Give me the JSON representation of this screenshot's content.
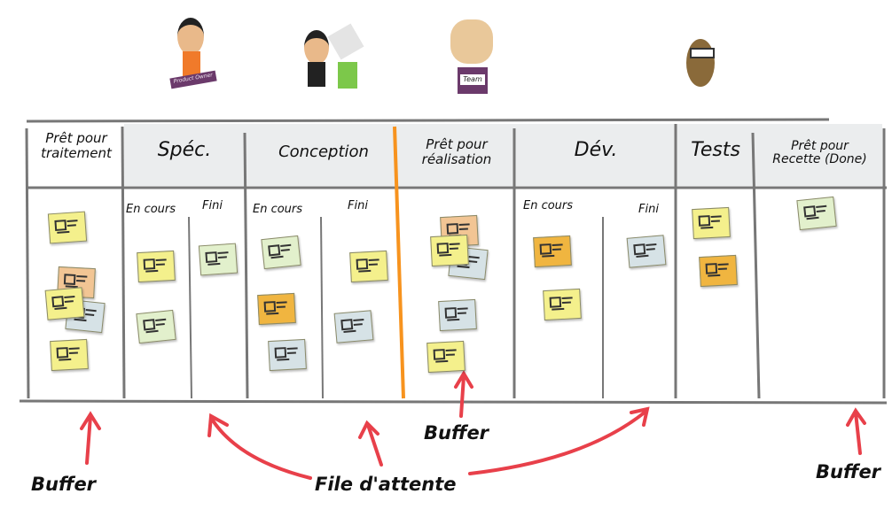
{
  "characters": [
    {
      "name": "product-owner",
      "label": "Product Owner"
    },
    {
      "name": "analyst"
    },
    {
      "name": "team",
      "label": "Team"
    },
    {
      "name": "tester-bug"
    }
  ],
  "columns": [
    {
      "title_line1": "Prêt pour",
      "title_line2": "traitement"
    },
    {
      "title": "Spéc.",
      "sub": [
        "En cours",
        "Fini"
      ]
    },
    {
      "title": "Conception",
      "sub": [
        "En cours",
        "Fini"
      ]
    },
    {
      "title_line1": "Prêt pour",
      "title_line2": "réalisation"
    },
    {
      "title": "Dév.",
      "sub": [
        "En cours",
        "Fini"
      ]
    },
    {
      "title": "Tests"
    },
    {
      "title_line1": "Prêt pour",
      "title_line2": "Recette (Done)"
    }
  ],
  "annotations": {
    "buffer": "Buffer",
    "queue": "File d'attente"
  },
  "colors": {
    "yellow": "#f4f08c",
    "peach": "#f2c594",
    "blue": "#d6e2e6",
    "green": "#e2f0cc",
    "orange": "#f0b540",
    "arrow": "#e8404a",
    "wip_limit": "#f7931e"
  }
}
